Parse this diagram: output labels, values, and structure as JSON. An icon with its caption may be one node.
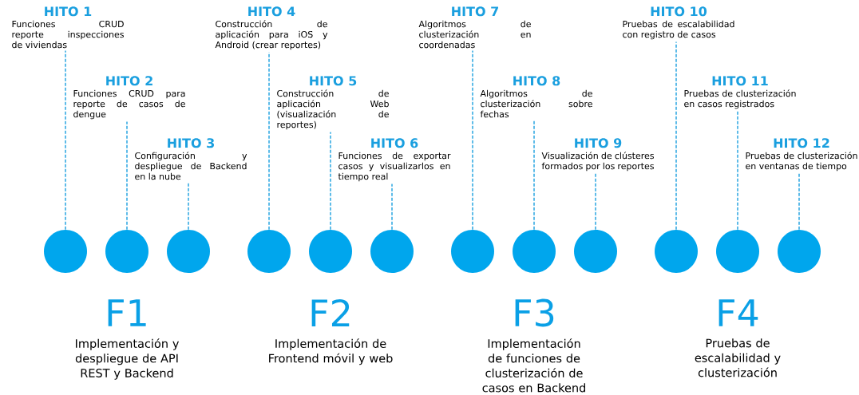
{
  "diagram": {
    "nodes": [
      {
        "text": [
          "HITO 1",
          "Funciones CRUD reporte inspecciones de viviendas"
        ]
      },
      {
        "text": [
          "HITO 2",
          "Funciones CRUD para reporte de casos de dengue"
        ]
      },
      {
        "text": [
          "HITO 3",
          "Configuración y despliegue de Backend en la nube"
        ]
      },
      {
        "text": [
          "HITO 4",
          "Construcción de aplicación para iOS y Android (crear reportes)"
        ]
      },
      {
        "text": [
          "HITO 5",
          "Construcción de aplicación Web (visualización de reportes)"
        ]
      },
      {
        "text": [
          "HITO 6",
          "Funciones de exportar casos y visualizarlos en tiempo real"
        ]
      },
      {
        "text": [
          "HITO 7",
          "Algoritmos de clusterización en coordenadas"
        ]
      },
      {
        "text": [
          "HITO 8",
          "Algoritmos de clusterización sobre fechas"
        ]
      },
      {
        "text": [
          "HITO 9",
          "Visualización de clústeres formados por los reportes"
        ]
      },
      {
        "text": [
          "HITO 10",
          "Pruebas de escalabilidad con registro de casos"
        ]
      },
      {
        "text": [
          "HITO 11",
          "Pruebas de clusterización en casos registrados"
        ]
      },
      {
        "text": [
          "HITO 12",
          "Pruebas de clusterización en ventanas de tiempo"
        ]
      },
      {
        "text": [],
        "shape": "circle"
      },
      {
        "text": [],
        "shape": "circle"
      },
      {
        "text": [],
        "shape": "circle"
      },
      {
        "text": [],
        "shape": "circle"
      },
      {
        "text": [],
        "shape": "circle"
      },
      {
        "text": [],
        "shape": "circle"
      },
      {
        "text": [],
        "shape": "circle"
      },
      {
        "text": [],
        "shape": "circle"
      },
      {
        "text": [],
        "shape": "circle"
      },
      {
        "text": [],
        "shape": "circle"
      },
      {
        "text": [],
        "shape": "circle"
      },
      {
        "text": [],
        "shape": "circle"
      }
    ],
    "edges": [
      {
        "from": 12,
        "to": 0,
        "arrow": "none",
        "style": "dashed"
      },
      {
        "from": 13,
        "to": 1,
        "arrow": "none",
        "style": "dashed"
      },
      {
        "from": 14,
        "to": 2,
        "arrow": "none",
        "style": "dashed"
      },
      {
        "from": 15,
        "to": 3,
        "arrow": "none",
        "style": "dashed"
      },
      {
        "from": 16,
        "to": 4,
        "arrow": "none",
        "style": "dashed"
      },
      {
        "from": 17,
        "to": 5,
        "arrow": "none",
        "style": "dashed"
      },
      {
        "from": 18,
        "to": 6,
        "arrow": "none",
        "style": "dashed"
      },
      {
        "from": 19,
        "to": 7,
        "arrow": "none",
        "style": "dashed"
      },
      {
        "from": 20,
        "to": 8,
        "arrow": "none",
        "style": "dashed"
      },
      {
        "from": 21,
        "to": 9,
        "arrow": "none",
        "style": "dashed"
      },
      {
        "from": 22,
        "to": 10,
        "arrow": "none",
        "style": "dashed"
      },
      {
        "from": 23,
        "to": 11,
        "arrow": "none",
        "style": "dashed"
      }
    ],
    "labels": [
      "F1",
      "Implementación y despliegue de API REST y Backend",
      "F2",
      "Implementación de Frontend móvil y web",
      "F3",
      "Implementación de funciones de clusterización de casos en Backend",
      "F4",
      "Pruebas de escalabilidad y clusterización"
    ]
  }
}
